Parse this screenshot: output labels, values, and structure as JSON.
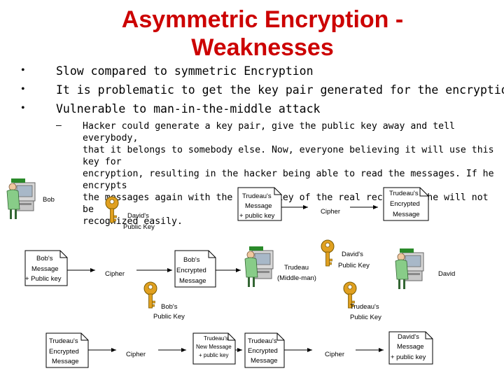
{
  "title_line1": "Asymmetric Encryption -",
  "title_line2": "Weaknesses",
  "bullets": [
    "Slow compared to symmetric Encryption",
    "It is problematic to get the key pair generated for the encryption.",
    "Vulnerable to man-in-the-middle attack"
  ],
  "sub_bullet": [
    "Hacker could generate a key pair, give the public key away and tell everybody,",
    "that it belongs to somebody else. Now, everyone believing it will use this key for",
    "encryption, resulting in the hacker being able to read the messages. If he encrypts",
    "the messages again with the public key of the real recipient, he will not be",
    "recognized easily."
  ],
  "diagram": {
    "bob": "Bob",
    "davids_public_key": [
      "David's",
      "Public Key"
    ],
    "trudeau_message_box": [
      "Trudeau's",
      "Message",
      "+ public key"
    ],
    "cipher_top": "Cipher",
    "trudeau_encrypted_top": [
      "Trudeau's",
      "Encrypted",
      "Message"
    ],
    "bobs_message_box": [
      "Bob's",
      "Message",
      "+ Public key"
    ],
    "cipher_mid": "Cipher",
    "bobs_encrypted": [
      "Bob's",
      "Encrypted",
      "Message"
    ],
    "trudeau_middle_man": [
      "Trudeau",
      "(Middle-man)"
    ],
    "davids_public_key_mid": [
      "David's",
      "Public Key"
    ],
    "david": "David",
    "bobs_public_key": [
      "Bob's",
      "Public Key"
    ],
    "trudeaus_public_key": [
      "Trudeau's",
      "Public Key"
    ],
    "trudeau_encrypted_bottom": [
      "Trudeau's",
      "Encrypted",
      "Message"
    ],
    "cipher_bottom_left": "Cipher",
    "trudeau_new_message": [
      "Trudeau's",
      "New Message",
      "+ public key"
    ],
    "trudeau_encrypted_bottom2": [
      "Trudeau's",
      "Encrypted",
      "Message"
    ],
    "cipher_bottom_right": "Cipher",
    "davids_message_box": [
      "David's",
      "Message",
      "+ public key"
    ]
  }
}
